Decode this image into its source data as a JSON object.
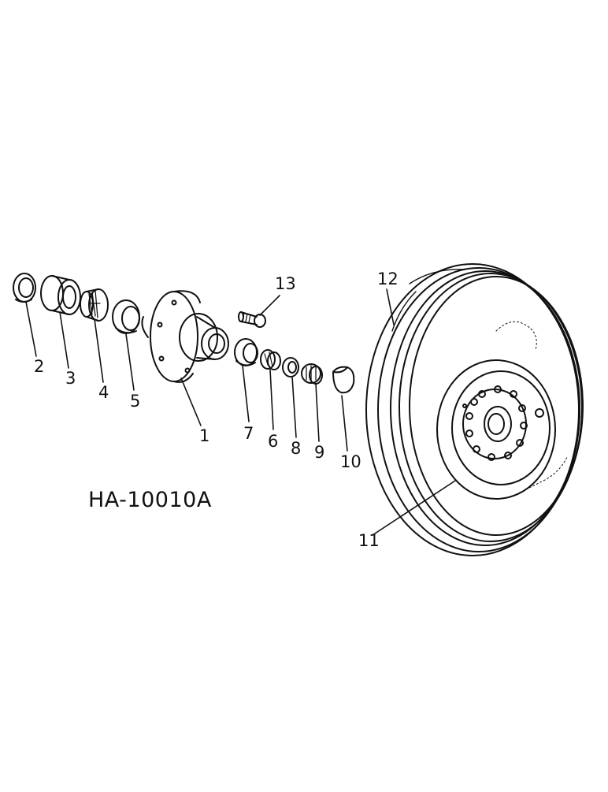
{
  "diagram": {
    "code": "HA-10010A",
    "callouts": [
      {
        "id": "c1",
        "text": "1"
      },
      {
        "id": "c2",
        "text": "2"
      },
      {
        "id": "c3",
        "text": "3"
      },
      {
        "id": "c4",
        "text": "4"
      },
      {
        "id": "c5",
        "text": "5"
      },
      {
        "id": "c6",
        "text": "6"
      },
      {
        "id": "c7",
        "text": "7"
      },
      {
        "id": "c8",
        "text": "8"
      },
      {
        "id": "c9",
        "text": "9"
      },
      {
        "id": "c10",
        "text": "10"
      },
      {
        "id": "c11",
        "text": "11"
      },
      {
        "id": "c12",
        "text": "12"
      },
      {
        "id": "c13",
        "text": "13"
      }
    ]
  }
}
